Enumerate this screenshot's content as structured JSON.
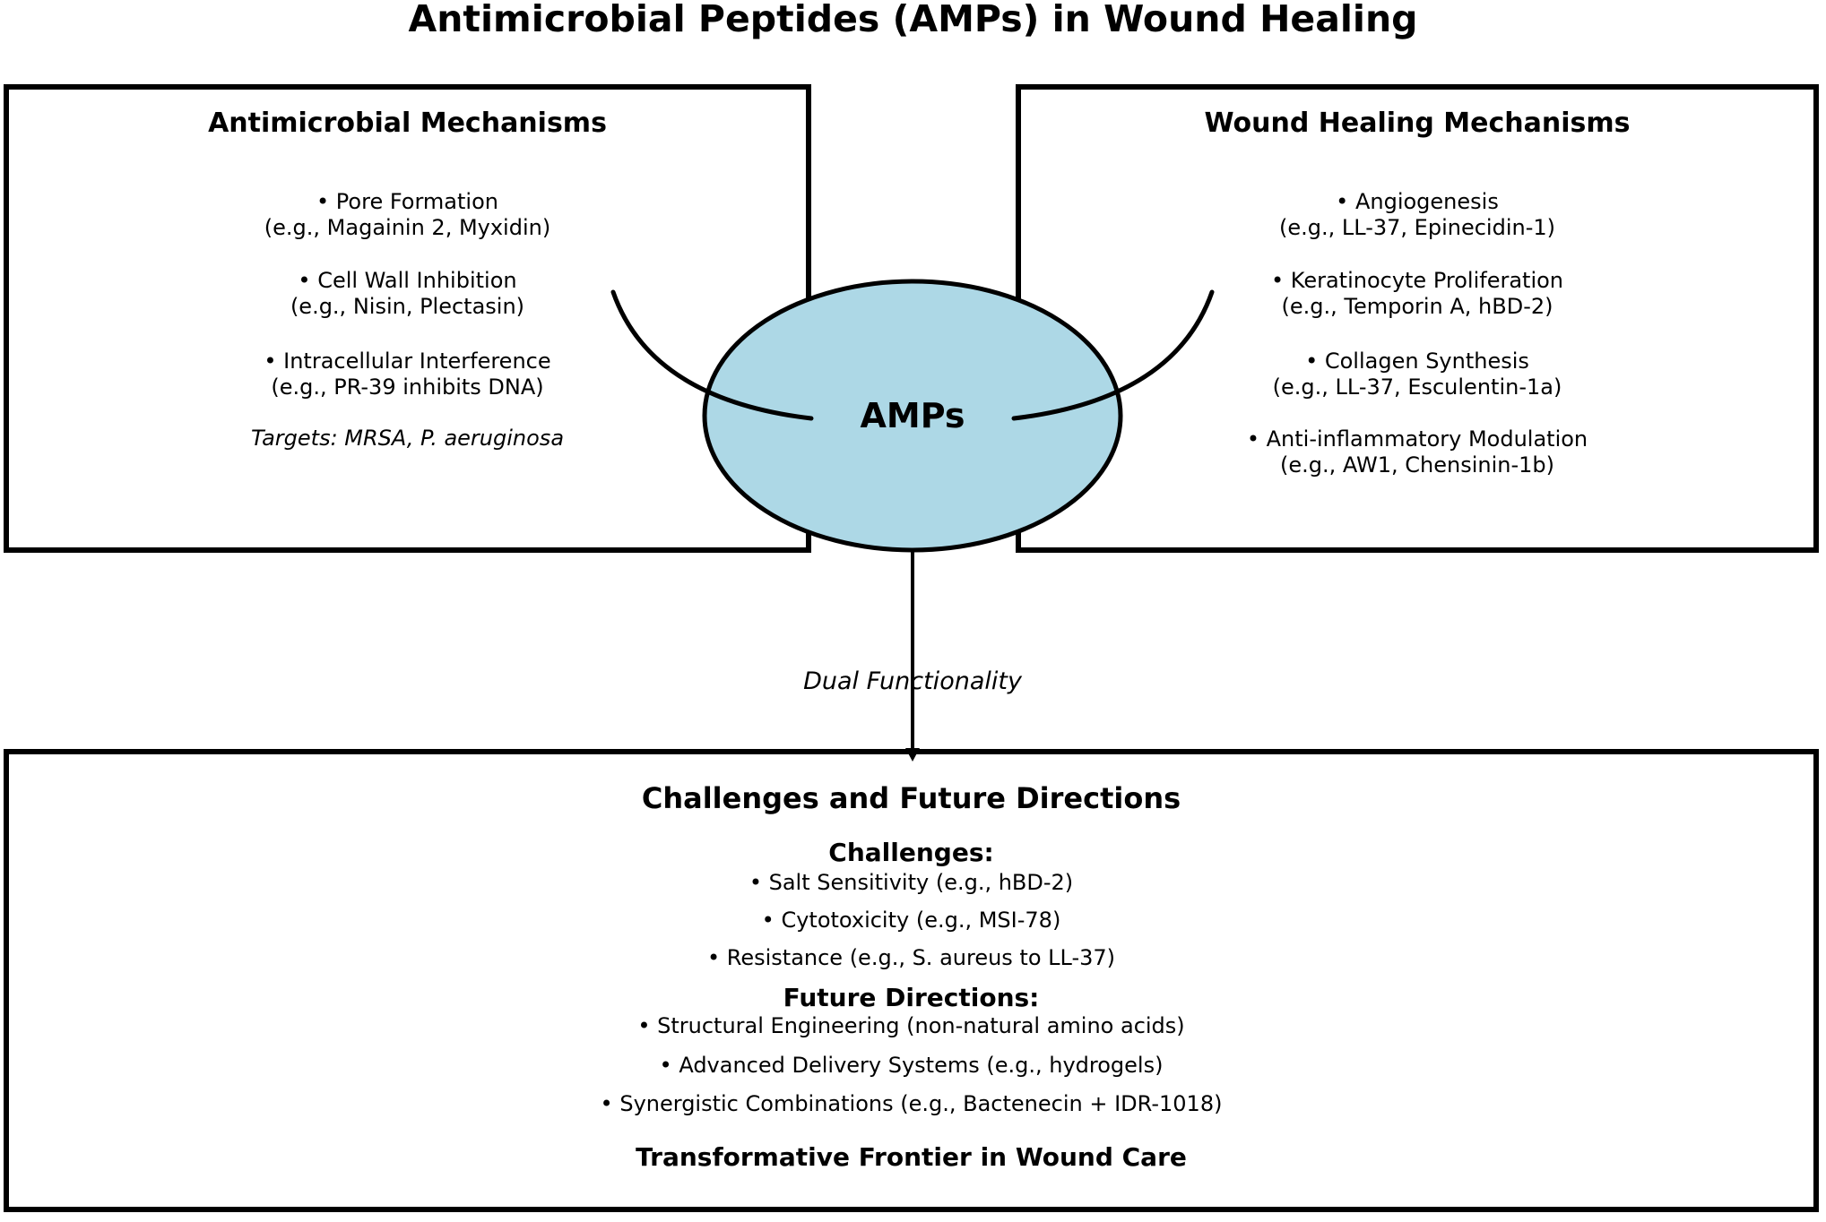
{
  "title": "Antimicrobial Peptides (AMPs) in Wound Healing",
  "colors": {
    "ellipse_fill": "#ADD8E6",
    "stroke": "#000000",
    "background": "#FFFFFF"
  },
  "left_box": {
    "header": "Antimicrobial Mechanisms",
    "items": [
      {
        "line1": "• Pore Formation",
        "line2": "(e.g., Magainin 2, Myxidin)"
      },
      {
        "line1": "• Cell Wall Inhibition",
        "line2": "(e.g., Nisin, Plectasin)"
      },
      {
        "line1": "• Intracellular Interference",
        "line2": "(e.g., PR-39 inhibits DNA)"
      }
    ],
    "note": "Targets: MRSA, P. aeruginosa"
  },
  "right_box": {
    "header": "Wound Healing Mechanisms",
    "items": [
      {
        "line1": "• Angiogenesis",
        "line2": "(e.g., LL-37, Epinecidin-1)"
      },
      {
        "line1": "• Keratinocyte Proliferation",
        "line2": "(e.g., Temporin A, hBD-2)"
      },
      {
        "line1": "• Collagen Synthesis",
        "line2": "(e.g., LL-37, Esculentin-1a)"
      },
      {
        "line1": "• Anti-inflammatory Modulation",
        "line2": "(e.g., AW1, Chensinin-1b)"
      }
    ]
  },
  "center_node": {
    "label": "AMPs"
  },
  "connector": {
    "label": "Dual Functionality"
  },
  "bottom_box": {
    "header": "Challenges and Future Directions",
    "challenges_header": "Challenges:",
    "challenges": [
      "• Salt Sensitivity (e.g., hBD-2)",
      "• Cytotoxicity (e.g., MSI-78)",
      "• Resistance (e.g., S. aureus to LL-37)"
    ],
    "future_header": "Future Directions:",
    "future": [
      "• Structural Engineering (non-natural amino acids)",
      "• Advanced Delivery Systems (e.g., hydrogels)",
      "• Synergistic Combinations (e.g., Bactenecin + IDR-1018)"
    ],
    "footer": "Transformative Frontier in Wound Care"
  }
}
